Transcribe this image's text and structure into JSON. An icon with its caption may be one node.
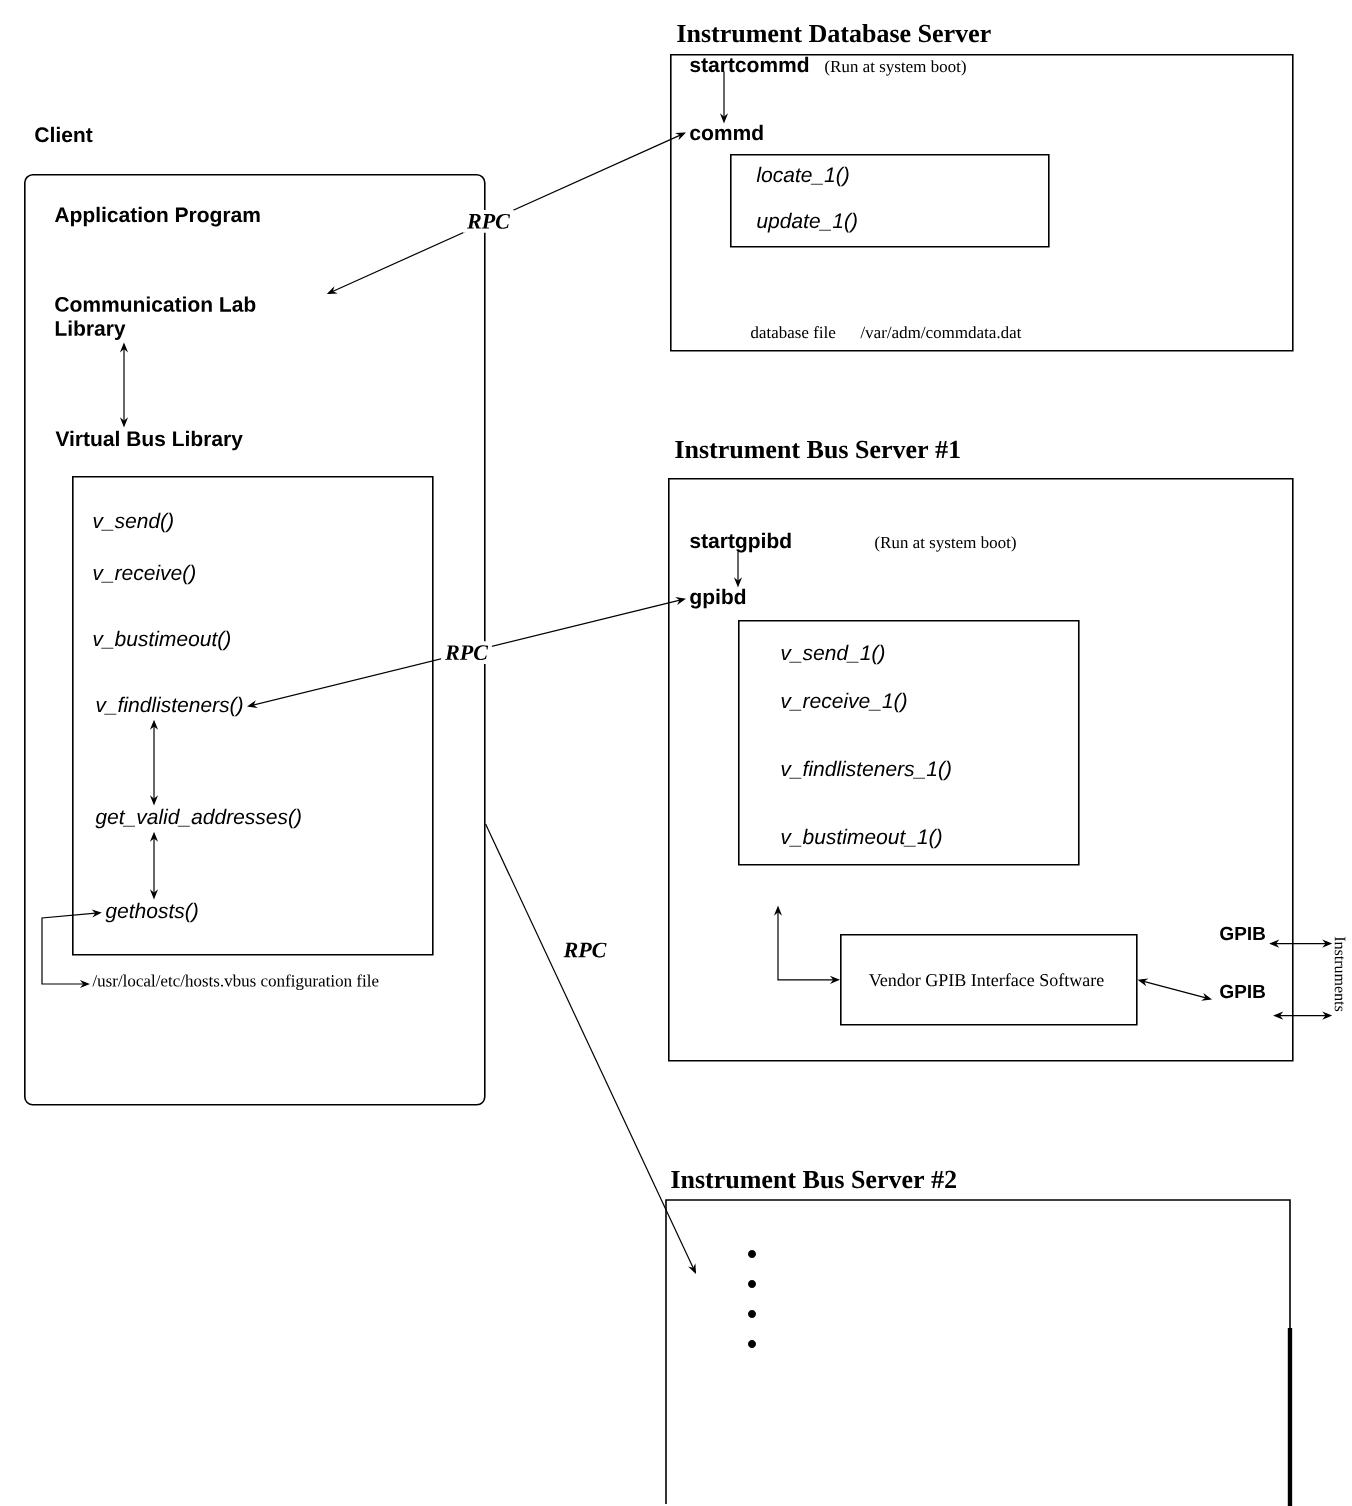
{
  "diagram": {
    "nodes": [
      {
        "text": [
          "Client"
        ]
      },
      {
        "text": [
          "Communication Lab Library"
        ],
        "in": 0
      },
      {
        "text": [
          "Virtual Bus Library"
        ],
        "in": 0
      },
      {
        "text": [
          "v_send()",
          "v_receive()",
          "v_bustimeout()"
        ],
        "in": 0
      },
      {
        "text": [
          "v_findlisteners()"
        ],
        "in": 3
      },
      {
        "text": [
          "get_valid_addresses()"
        ],
        "in": 3
      },
      {
        "text": [
          "gethosts()"
        ],
        "in": 3
      },
      {
        "text": [
          "/usr/local/etc/hosts.vbus configuration file"
        ],
        "in": 0
      },
      {
        "text": [
          "Instrument Database Server"
        ]
      },
      {
        "text": [
          "startcommd"
        ],
        "beside": [
          "(Run at system boot)"
        ],
        "in": 8
      },
      {
        "text": [
          "commd"
        ],
        "in": 8
      },
      {
        "text": [
          "locate_1()",
          "update_1()"
        ],
        "in": 8
      },
      {
        "text": [
          "Instrument Bus Server #1"
        ]
      },
      {
        "text": [
          "startgpibd"
        ],
        "beside": [
          "(Run at system boot)"
        ],
        "in": 12
      },
      {
        "text": [
          "gpibd"
        ],
        "in": 12
      },
      {
        "text": [
          "v_send_1()",
          "v_receive_1()",
          "v_findlisteners_1()",
          "v_bustimeout_1()"
        ],
        "in": 12
      },
      {
        "text": [
          "Vendor GPIB Interface Software"
        ],
        "in": 12
      },
      {
        "text": [
          "GPIB"
        ],
        "in": 12
      },
      {
        "text": [
          "GPIB"
        ],
        "in": 12
      },
      {
        "text": [
          "Instruments"
        ]
      },
      {
        "text": [
          "Instrument Bus Server #2"
        ]
      }
    ],
    "edges": [
      {
        "from": 1,
        "to": 10,
        "arrow": "both",
        "label": "RPC"
      },
      {
        "from": 1,
        "to": 2,
        "arrow": "both"
      },
      {
        "from": 4,
        "to": 14,
        "arrow": "both",
        "label": "RPC"
      },
      {
        "from": 4,
        "to": 5,
        "arrow": "both"
      },
      {
        "from": 5,
        "to": 6,
        "arrow": "both"
      },
      {
        "from": 6,
        "to": 7,
        "arrow": "both"
      },
      {
        "from": 0,
        "to": 20,
        "arrow": "to",
        "label": "RPC"
      },
      {
        "from": 9,
        "to": 10,
        "arrow": "to"
      },
      {
        "from": 13,
        "to": 14,
        "arrow": "to"
      },
      {
        "from": 15,
        "to": 16,
        "arrow": "both"
      },
      {
        "from": 16,
        "to": 18,
        "arrow": "both"
      },
      {
        "from": 17,
        "to": 19,
        "arrow": "both"
      },
      {
        "from": 18,
        "to": 19,
        "arrow": "both"
      }
    ],
    "labels": [
      "Application Program",
      "database file",
      "/var/adm/commdata.dat"
    ]
  }
}
